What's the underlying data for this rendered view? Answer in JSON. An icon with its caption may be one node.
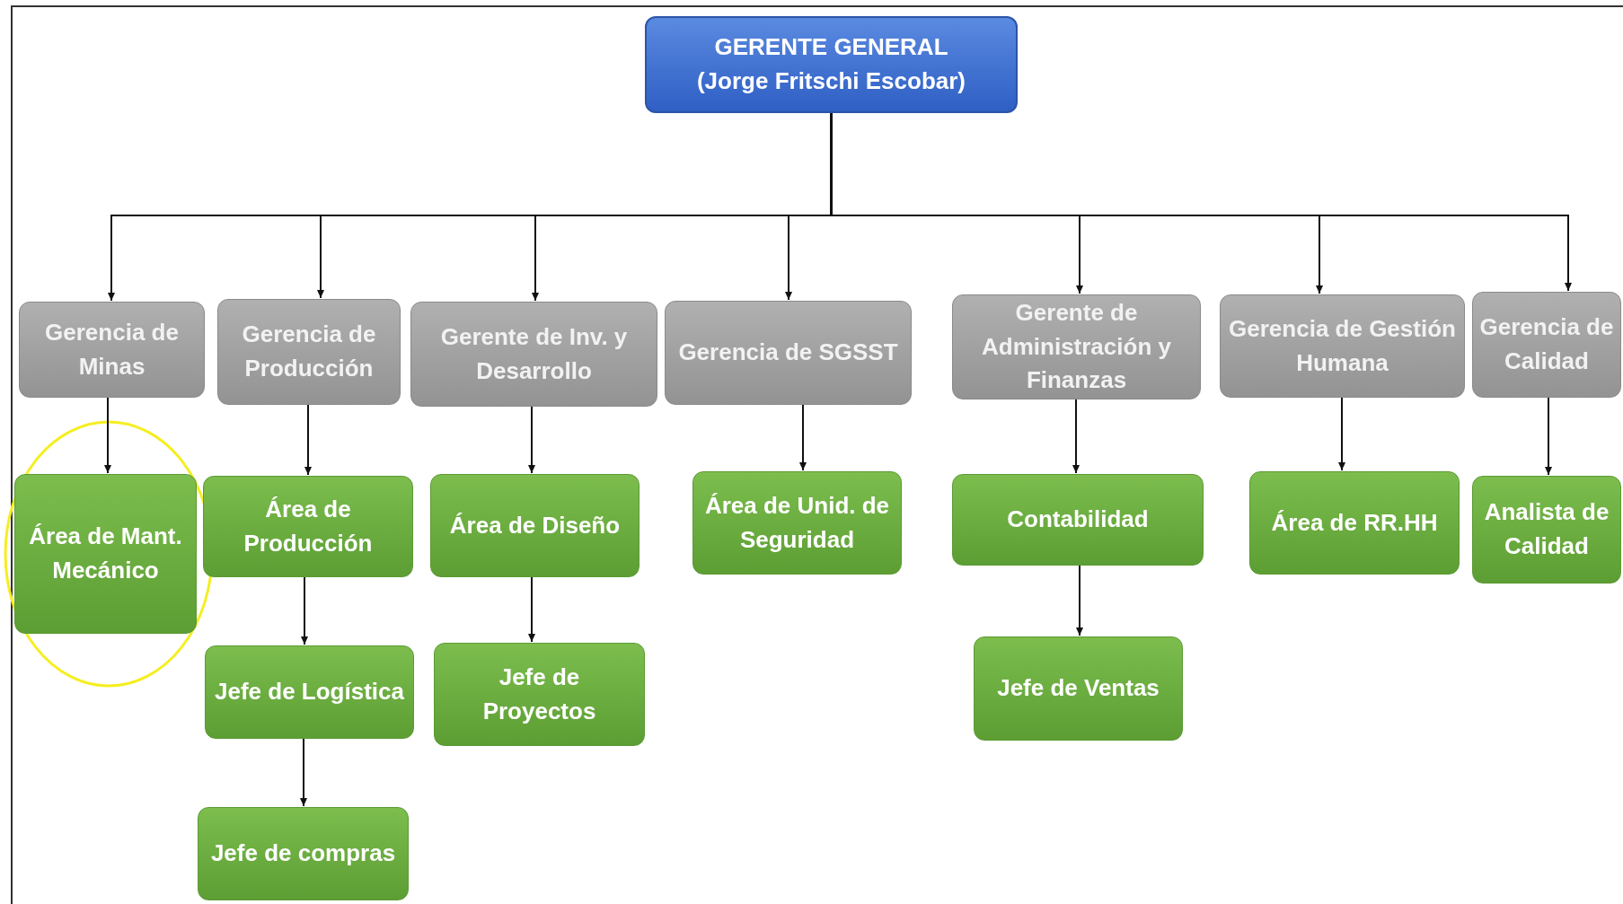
{
  "diagram": {
    "nodes": [
      {
        "text": [
          "GERENTE GENERAL",
          "(Jorge Fritschi Escobar)"
        ]
      },
      {
        "text": [
          "Gerencia de Minas"
        ]
      },
      {
        "text": [
          "Gerencia de Producción"
        ]
      },
      {
        "text": [
          "Gerente de Inv. y Desarrollo"
        ]
      },
      {
        "text": [
          "Gerencia de SGSST"
        ]
      },
      {
        "text": [
          "Gerente de Administración y Finanzas"
        ]
      },
      {
        "text": [
          "Gerencia de Gestión Humana"
        ]
      },
      {
        "text": [
          "Gerencia de Calidad"
        ]
      },
      {
        "text": [
          "Área de Mant. Mecánico"
        ]
      },
      {
        "text": [
          "Área de Producción"
        ]
      },
      {
        "text": [
          "Área de Diseño"
        ]
      },
      {
        "text": [
          "Área de Unid. de Seguridad"
        ]
      },
      {
        "text": [
          "Contabilidad"
        ]
      },
      {
        "text": [
          "Área de RR.HH"
        ]
      },
      {
        "text": [
          "Analista de Calidad"
        ]
      },
      {
        "text": [
          "Jefe de Logística"
        ]
      },
      {
        "text": [
          "Jefe de Proyectos"
        ]
      },
      {
        "text": [
          "Jefe de Ventas"
        ]
      },
      {
        "text": [
          "Jefe de compras"
        ]
      }
    ],
    "edges": [
      {
        "from": 0,
        "to": 1,
        "arrow": "to"
      },
      {
        "from": 0,
        "to": 2,
        "arrow": "to"
      },
      {
        "from": 0,
        "to": 3,
        "arrow": "to"
      },
      {
        "from": 0,
        "to": 4,
        "arrow": "to"
      },
      {
        "from": 0,
        "to": 5,
        "arrow": "to"
      },
      {
        "from": 0,
        "to": 6,
        "arrow": "to"
      },
      {
        "from": 0,
        "to": 7,
        "arrow": "to"
      },
      {
        "from": 1,
        "to": 8,
        "arrow": "to"
      },
      {
        "from": 2,
        "to": 9,
        "arrow": "to"
      },
      {
        "from": 3,
        "to": 10,
        "arrow": "to"
      },
      {
        "from": 4,
        "to": 11,
        "arrow": "to"
      },
      {
        "from": 5,
        "to": 12,
        "arrow": "to"
      },
      {
        "from": 6,
        "to": 13,
        "arrow": "to"
      },
      {
        "from": 7,
        "to": 14,
        "arrow": "to"
      },
      {
        "from": 9,
        "to": 15,
        "arrow": "to"
      },
      {
        "from": 10,
        "to": 16,
        "arrow": "to"
      },
      {
        "from": 12,
        "to": 17,
        "arrow": "to"
      },
      {
        "from": 15,
        "to": 18,
        "arrow": "to"
      }
    ]
  }
}
